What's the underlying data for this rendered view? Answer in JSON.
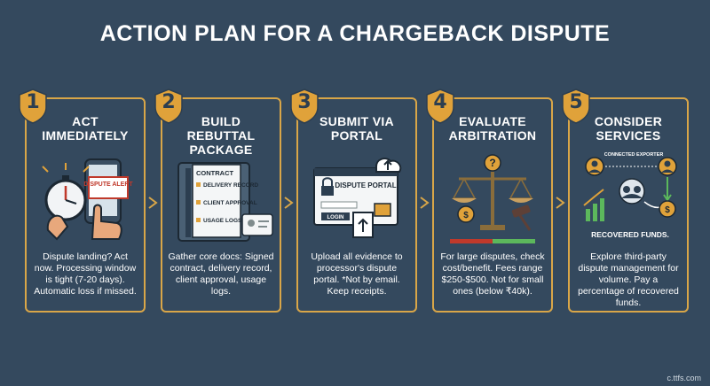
{
  "title": "ACTION PLAN FOR A CHARGEBACK DISPUTE",
  "colors": {
    "background": "#34495e",
    "accent": "#d9a648",
    "text": "#ffffff"
  },
  "steps": [
    {
      "number": "1",
      "title": "ACT IMMEDIATELY",
      "illustration": {
        "alert_label": "DISPUTE ALERT",
        "icons": [
          "stopwatch-icon",
          "phone-icon",
          "hand-icon"
        ]
      },
      "body": "Dispute landing? Act now. Processing window is tight (7-20 days). Automatic loss if missed."
    },
    {
      "number": "2",
      "title": "BUILD REBUTTAL PACKAGE",
      "illustration": {
        "folder_heading": "CONTRACT",
        "items": [
          "DELIVERY RECORD",
          "CLIENT APPROVAL",
          "USAGE LOGS"
        ],
        "icons": [
          "folder-icon",
          "id-card-icon"
        ]
      },
      "body": "Gather core docs: Signed contract, delivery record, client approval, usage logs."
    },
    {
      "number": "3",
      "title": "SUBMIT VIA PORTAL",
      "illustration": {
        "portal_label": "DISPUTE PORTAL",
        "login_label": "LOGIN",
        "icons": [
          "cloud-upload-icon",
          "lock-icon",
          "upload-file-icon"
        ]
      },
      "body": "Upload all evidence to processor's dispute portal. *Not by email. Keep receipts."
    },
    {
      "number": "4",
      "title": "EVALUATE ARBITRATION",
      "illustration": {
        "icons": [
          "question-icon",
          "scale-icon",
          "gavel-icon",
          "coin-icon"
        ]
      },
      "body": "For large disputes, check cost/benefit. Fees range $250-$500. Not for small ones (below ₹40k)."
    },
    {
      "number": "5",
      "title": "CONSIDER SERVICES",
      "illustration": {
        "connector_label": "CONNECTED EXPORTER",
        "result_label": "RECOVERED FUNDS.",
        "icons": [
          "person-icon",
          "group-icon",
          "growth-chart-icon",
          "coin-icon"
        ]
      },
      "body": "Explore third-party dispute management for volume. Pay a percentage of recovered funds."
    }
  ],
  "watermark": "c.ttfs.com"
}
